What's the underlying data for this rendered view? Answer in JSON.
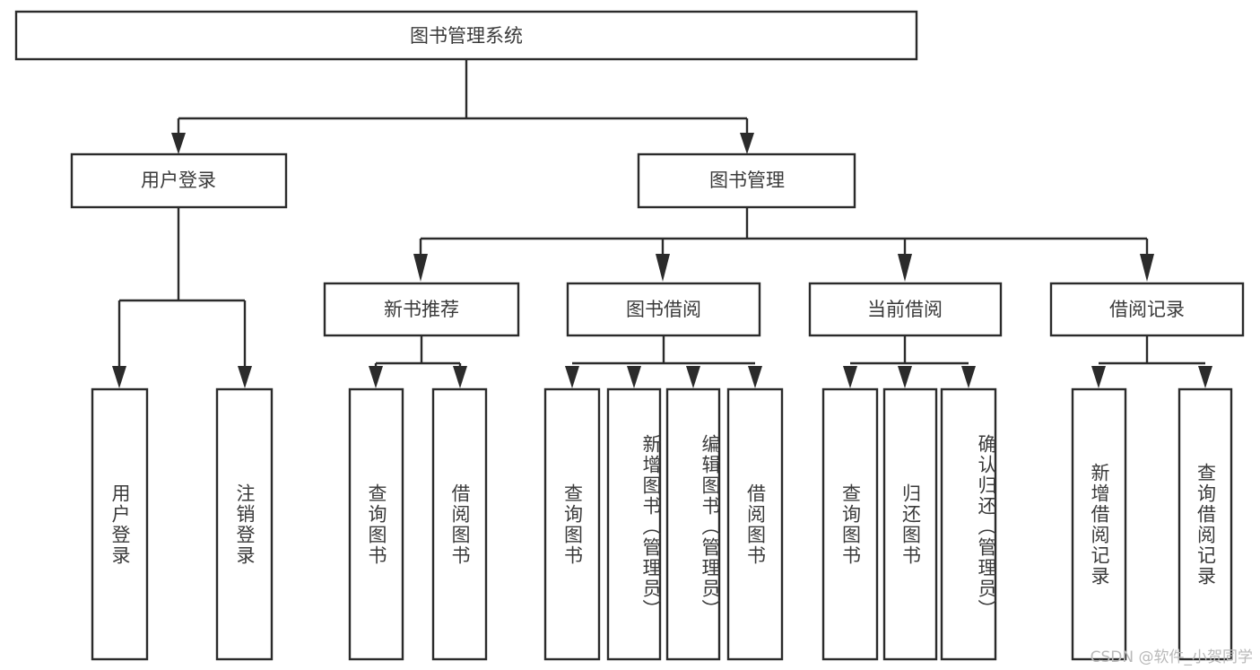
{
  "diagram": {
    "title": "图书管理系统",
    "type": "tree-hierarchy-chart",
    "watermark": "CSDN @软件_小贺同学",
    "colors": {
      "box_stroke": "#2b2b2b",
      "box_fill": "#ffffff",
      "text": "#3a3a3a",
      "connector": "#2b2b2b",
      "watermark": "#b9b9b9",
      "background": "#ffffff"
    },
    "nodes": {
      "root": {
        "label": "图书管理系统"
      },
      "level1": [
        {
          "label": "用户登录"
        },
        {
          "label": "图书管理"
        }
      ],
      "level2": [
        {
          "label": "新书推荐"
        },
        {
          "label": "图书借阅"
        },
        {
          "label": "当前借阅"
        },
        {
          "label": "借阅记录"
        }
      ],
      "leaves": {
        "user_login": [
          {
            "label": "用户登录"
          },
          {
            "label": "注销登录"
          }
        ],
        "new_book_recommend": [
          {
            "label": "查询图书"
          },
          {
            "label": "借阅图书"
          }
        ],
        "book_borrow": [
          {
            "label": "查询图书"
          },
          {
            "label": "新增图书（管理员）"
          },
          {
            "label": "编辑图书（管理员）"
          },
          {
            "label": "借阅图书"
          }
        ],
        "current_borrow": [
          {
            "label": "查询图书"
          },
          {
            "label": "归还图书"
          },
          {
            "label": "确认归还（管理员）"
          }
        ],
        "borrow_record": [
          {
            "label": "新增借阅记录"
          },
          {
            "label": "查询借阅记录"
          }
        ]
      }
    }
  }
}
